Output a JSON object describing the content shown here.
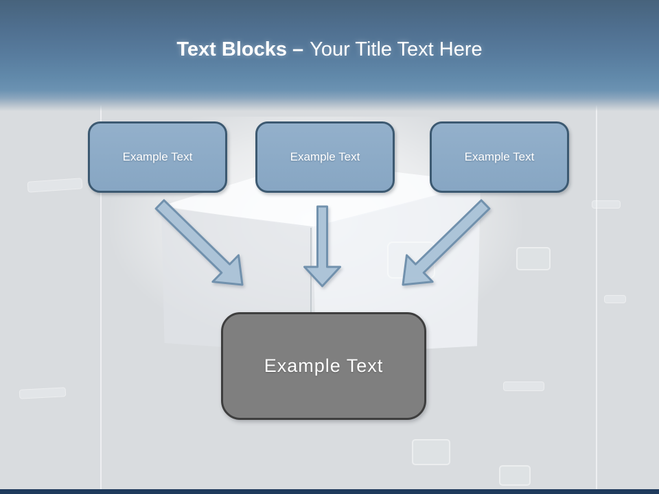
{
  "title": {
    "bold": "Text Blocks –",
    "regular": "Your Title Text Here"
  },
  "blocks": {
    "top": [
      {
        "label": "Example Text"
      },
      {
        "label": "Example Text"
      },
      {
        "label": "Example Text"
      }
    ],
    "result": {
      "label": "Example Text"
    }
  },
  "arrows": [
    {
      "name": "down-right-arrow",
      "direction": "down-right"
    },
    {
      "name": "down-arrow",
      "direction": "down"
    },
    {
      "name": "down-left-arrow",
      "direction": "down-left"
    }
  ],
  "colors": {
    "header_gradient_top": "#47637c",
    "header_gradient_bottom": "#6b92b2",
    "background": "#d9dcdf",
    "block_fill": "#8cabc7",
    "block_border": "#3c5971",
    "arrow_fill": "#a9c2d8",
    "arrow_border": "#7191ad",
    "result_fill": "#7f7f7f",
    "result_border": "#3e3e3e",
    "bottom_bar": "#1f3a5c",
    "text": "#ffffff"
  }
}
